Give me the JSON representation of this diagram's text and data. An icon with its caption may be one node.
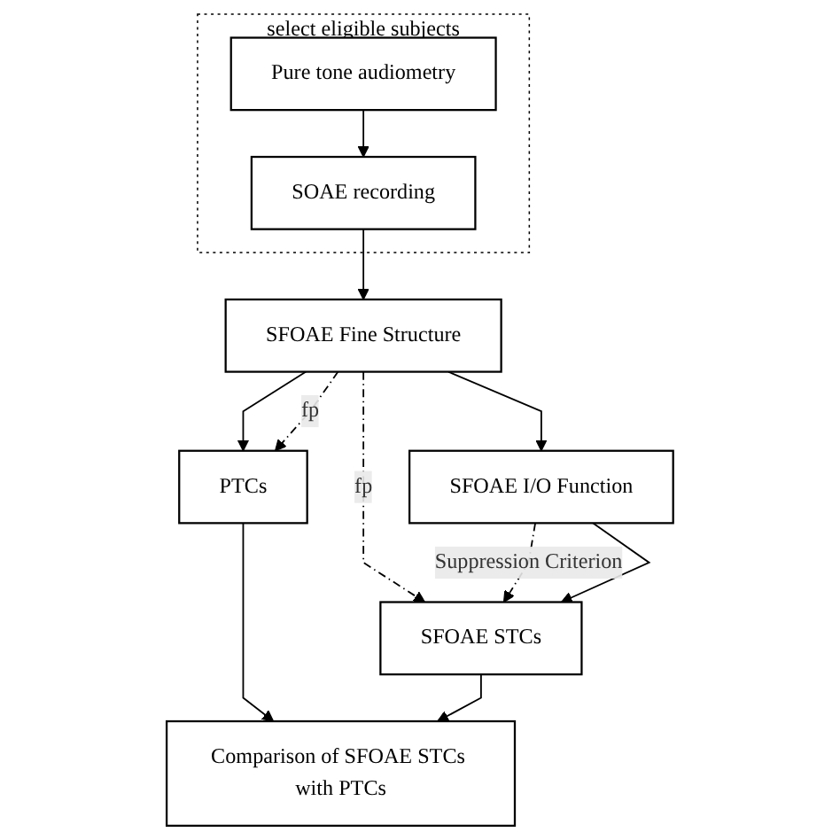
{
  "diagram": {
    "nodes": [
      {
        "text": [
          "select eligible subjects"
        ]
      },
      {
        "text": [
          "Pure tone audiometry"
        ],
        "in": 0
      },
      {
        "text": [
          "SOAE recording"
        ],
        "in": 0
      },
      {
        "text": [
          "SFOAE Fine Structure"
        ]
      },
      {
        "text": [
          "PTCs"
        ]
      },
      {
        "text": [
          "SFOAE I/O Function"
        ]
      },
      {
        "text": [
          "SFOAE STCs"
        ]
      },
      {
        "text": [
          "Comparison of SFOAE STCs with PTCs"
        ]
      }
    ],
    "edges": [
      {
        "from": 1,
        "to": 2,
        "arrow": "to"
      },
      {
        "from": 2,
        "to": 3,
        "arrow": "to"
      },
      {
        "from": 3,
        "to": 4,
        "arrow": "to"
      },
      {
        "from": 3,
        "to": 5,
        "arrow": "to"
      },
      {
        "from": 3,
        "to": 4,
        "arrow": "to",
        "style": "dashed",
        "label": "fp"
      },
      {
        "from": 3,
        "to": 6,
        "arrow": "to",
        "style": "dashed",
        "label": "fp"
      },
      {
        "from": 5,
        "to": 6,
        "arrow": "to",
        "style": "dashed",
        "label": "Suppression Criterion"
      },
      {
        "from": 5,
        "to": 6,
        "arrow": "to"
      },
      {
        "from": 4,
        "to": 7,
        "arrow": "to"
      },
      {
        "from": 6,
        "to": 7,
        "arrow": "to"
      }
    ]
  }
}
